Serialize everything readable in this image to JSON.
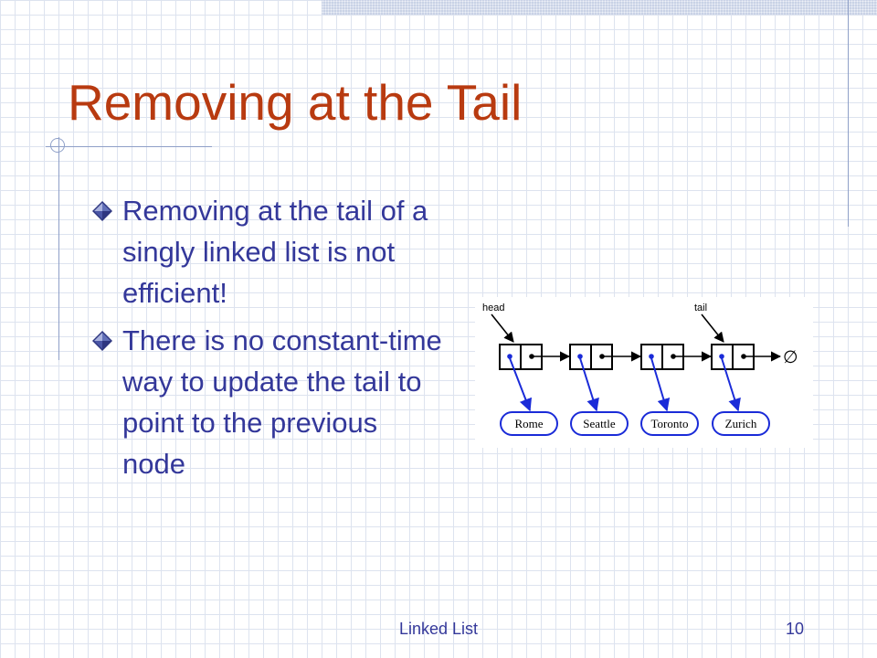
{
  "slide": {
    "title": "Removing at the Tail",
    "bullets": [
      "Removing at the tail of a singly linked list is not efficient!",
      "There is no constant-time way to update the tail to point to the previous node"
    ],
    "diagram": {
      "head_label": "head",
      "tail_label": "tail",
      "null_symbol": "∅",
      "nodes": [
        "Rome",
        "Seattle",
        "Toronto",
        "Zurich"
      ]
    },
    "footer": "Linked List",
    "page_number": "10"
  },
  "colors": {
    "title": "#b83a10",
    "text": "#34389a",
    "diagram_blue": "#1a2bd8"
  }
}
